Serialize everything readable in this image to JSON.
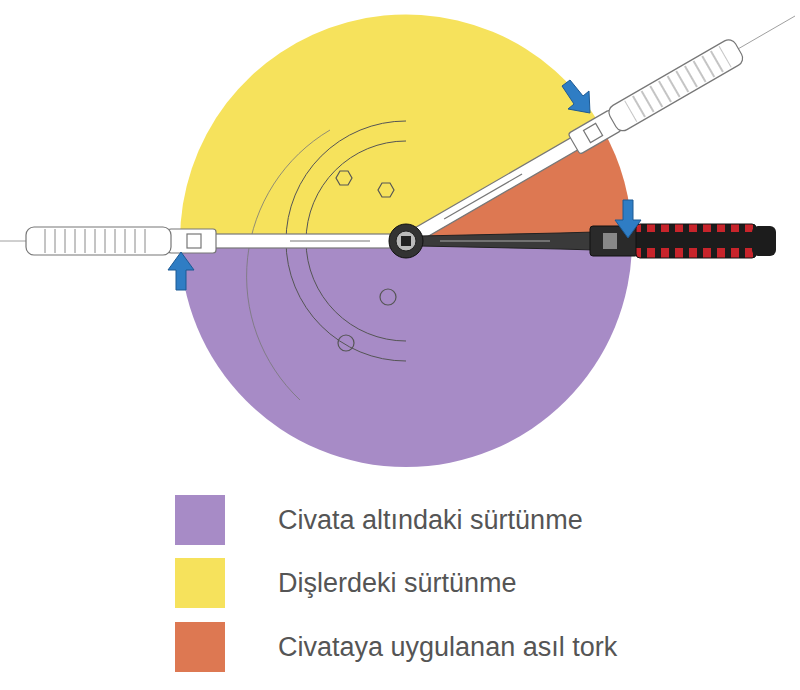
{
  "diagram": {
    "legend": [
      {
        "text": "Civata altındaki sürtünme",
        "color": "#a78bc6"
      },
      {
        "text": "Dişlerdeki sürtünme",
        "color": "#f6e25c"
      },
      {
        "text": "Civataya uygulanan asıl tork",
        "color": "#dd7852"
      }
    ]
  }
}
